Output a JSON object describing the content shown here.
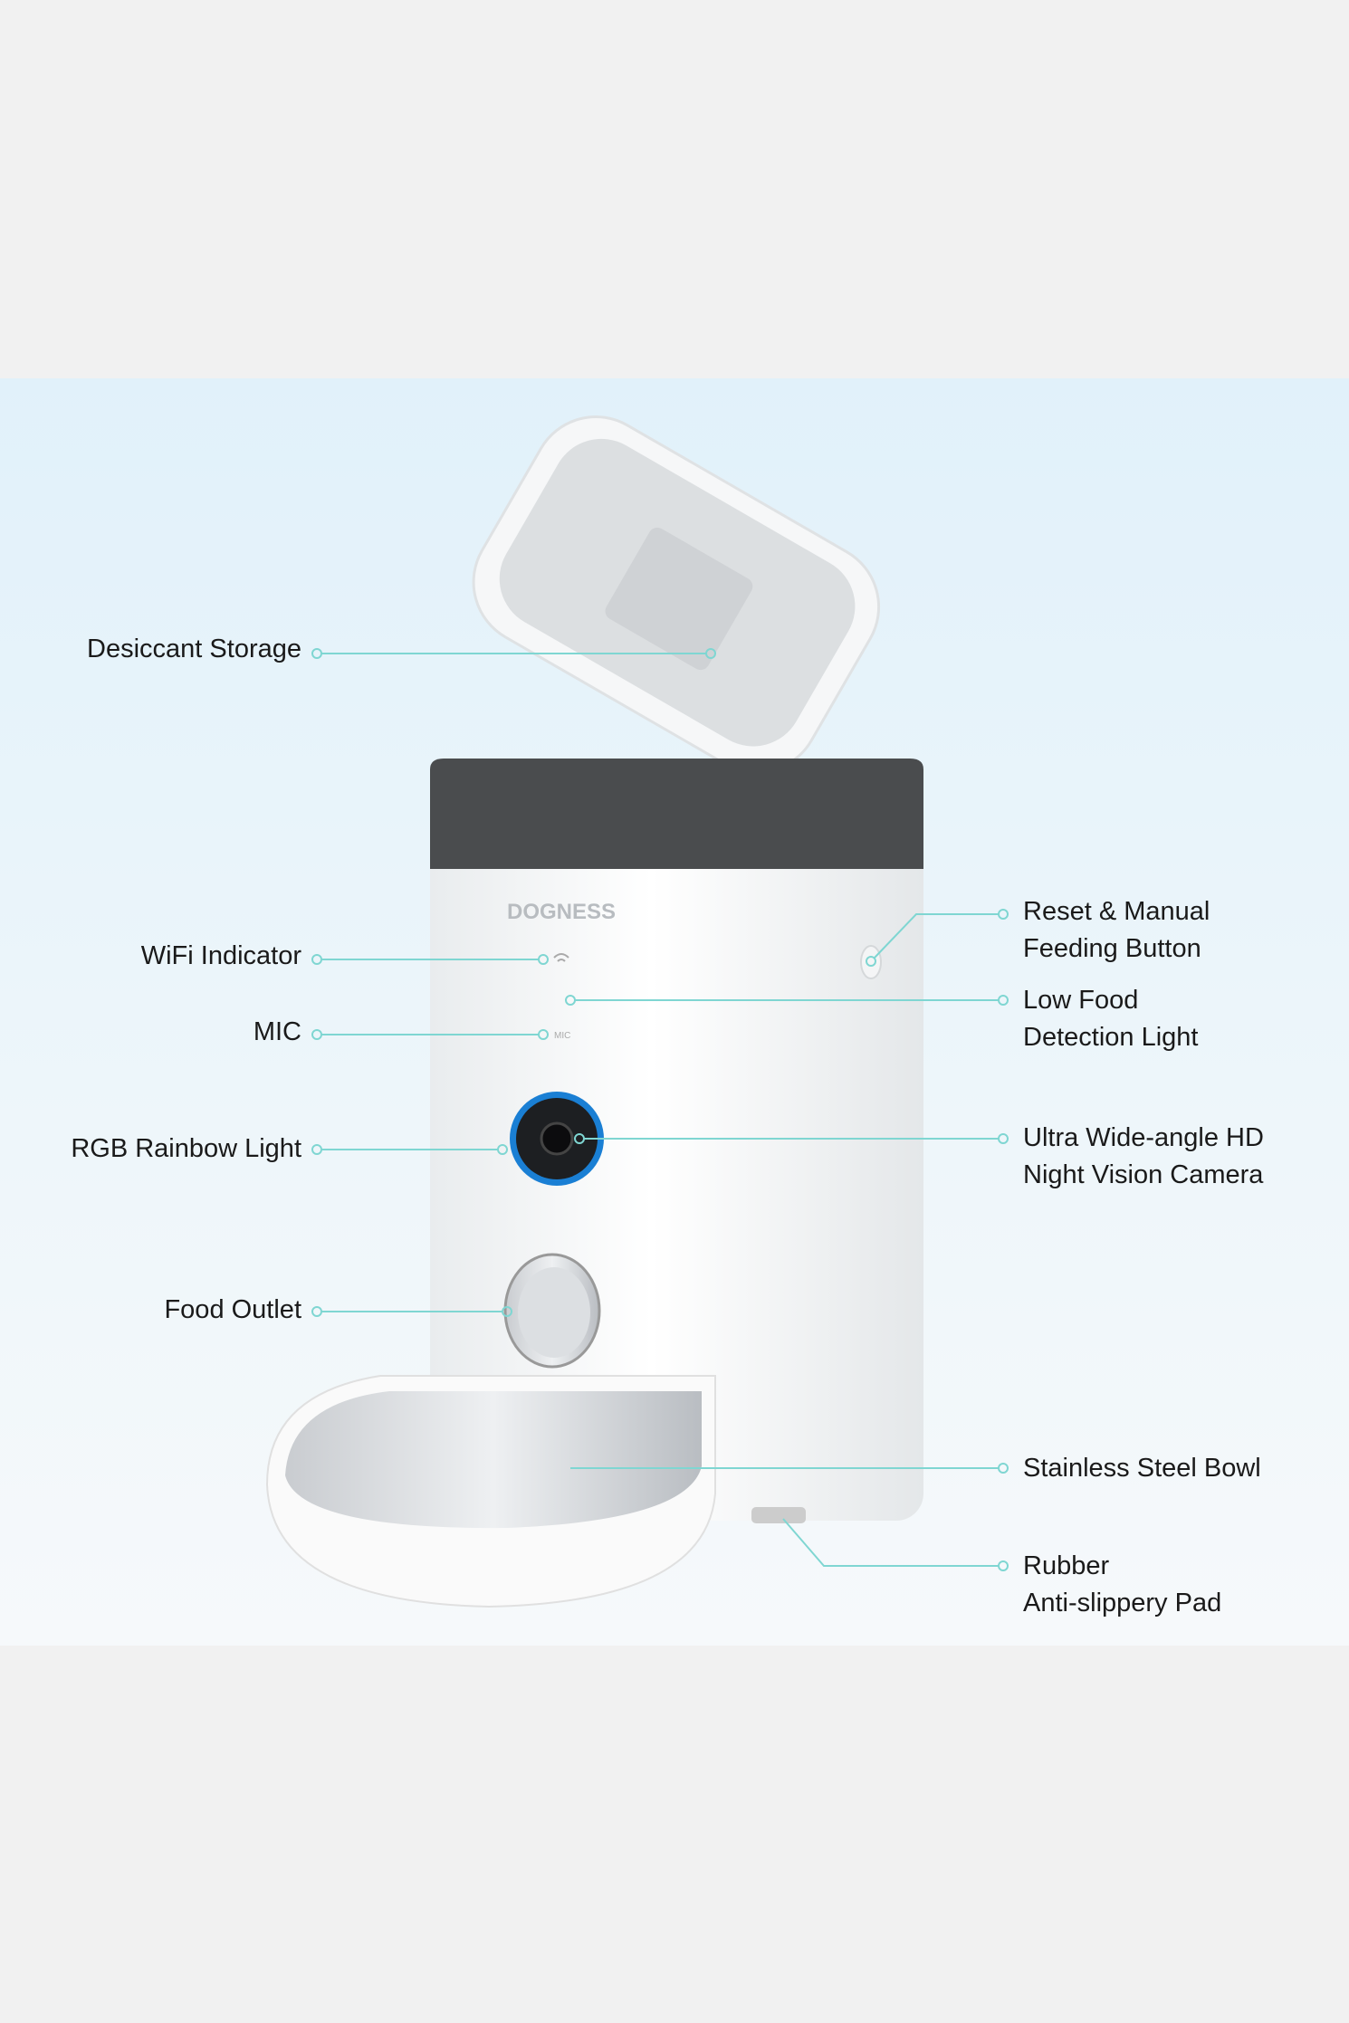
{
  "brand": "DOGNESS",
  "mic_mark": "MIC",
  "accent": "#7fd6d2",
  "callouts_left": [
    {
      "label": "Desiccant Storage"
    },
    {
      "label": "WiFi Indicator"
    },
    {
      "label": "MIC"
    },
    {
      "label": "RGB Rainbow Light"
    },
    {
      "label": "Food Outlet"
    }
  ],
  "callouts_right": [
    {
      "line1": "Reset & Manual",
      "line2": "Feeding Button"
    },
    {
      "line1": "Low Food",
      "line2": "Detection Light"
    },
    {
      "line1": "Ultra Wide-angle HD",
      "line2": "Night Vision Camera"
    },
    {
      "line1": "Stainless Steel Bowl",
      "line2": ""
    },
    {
      "line1": "Rubber",
      "line2": "Anti-slippery Pad"
    }
  ]
}
